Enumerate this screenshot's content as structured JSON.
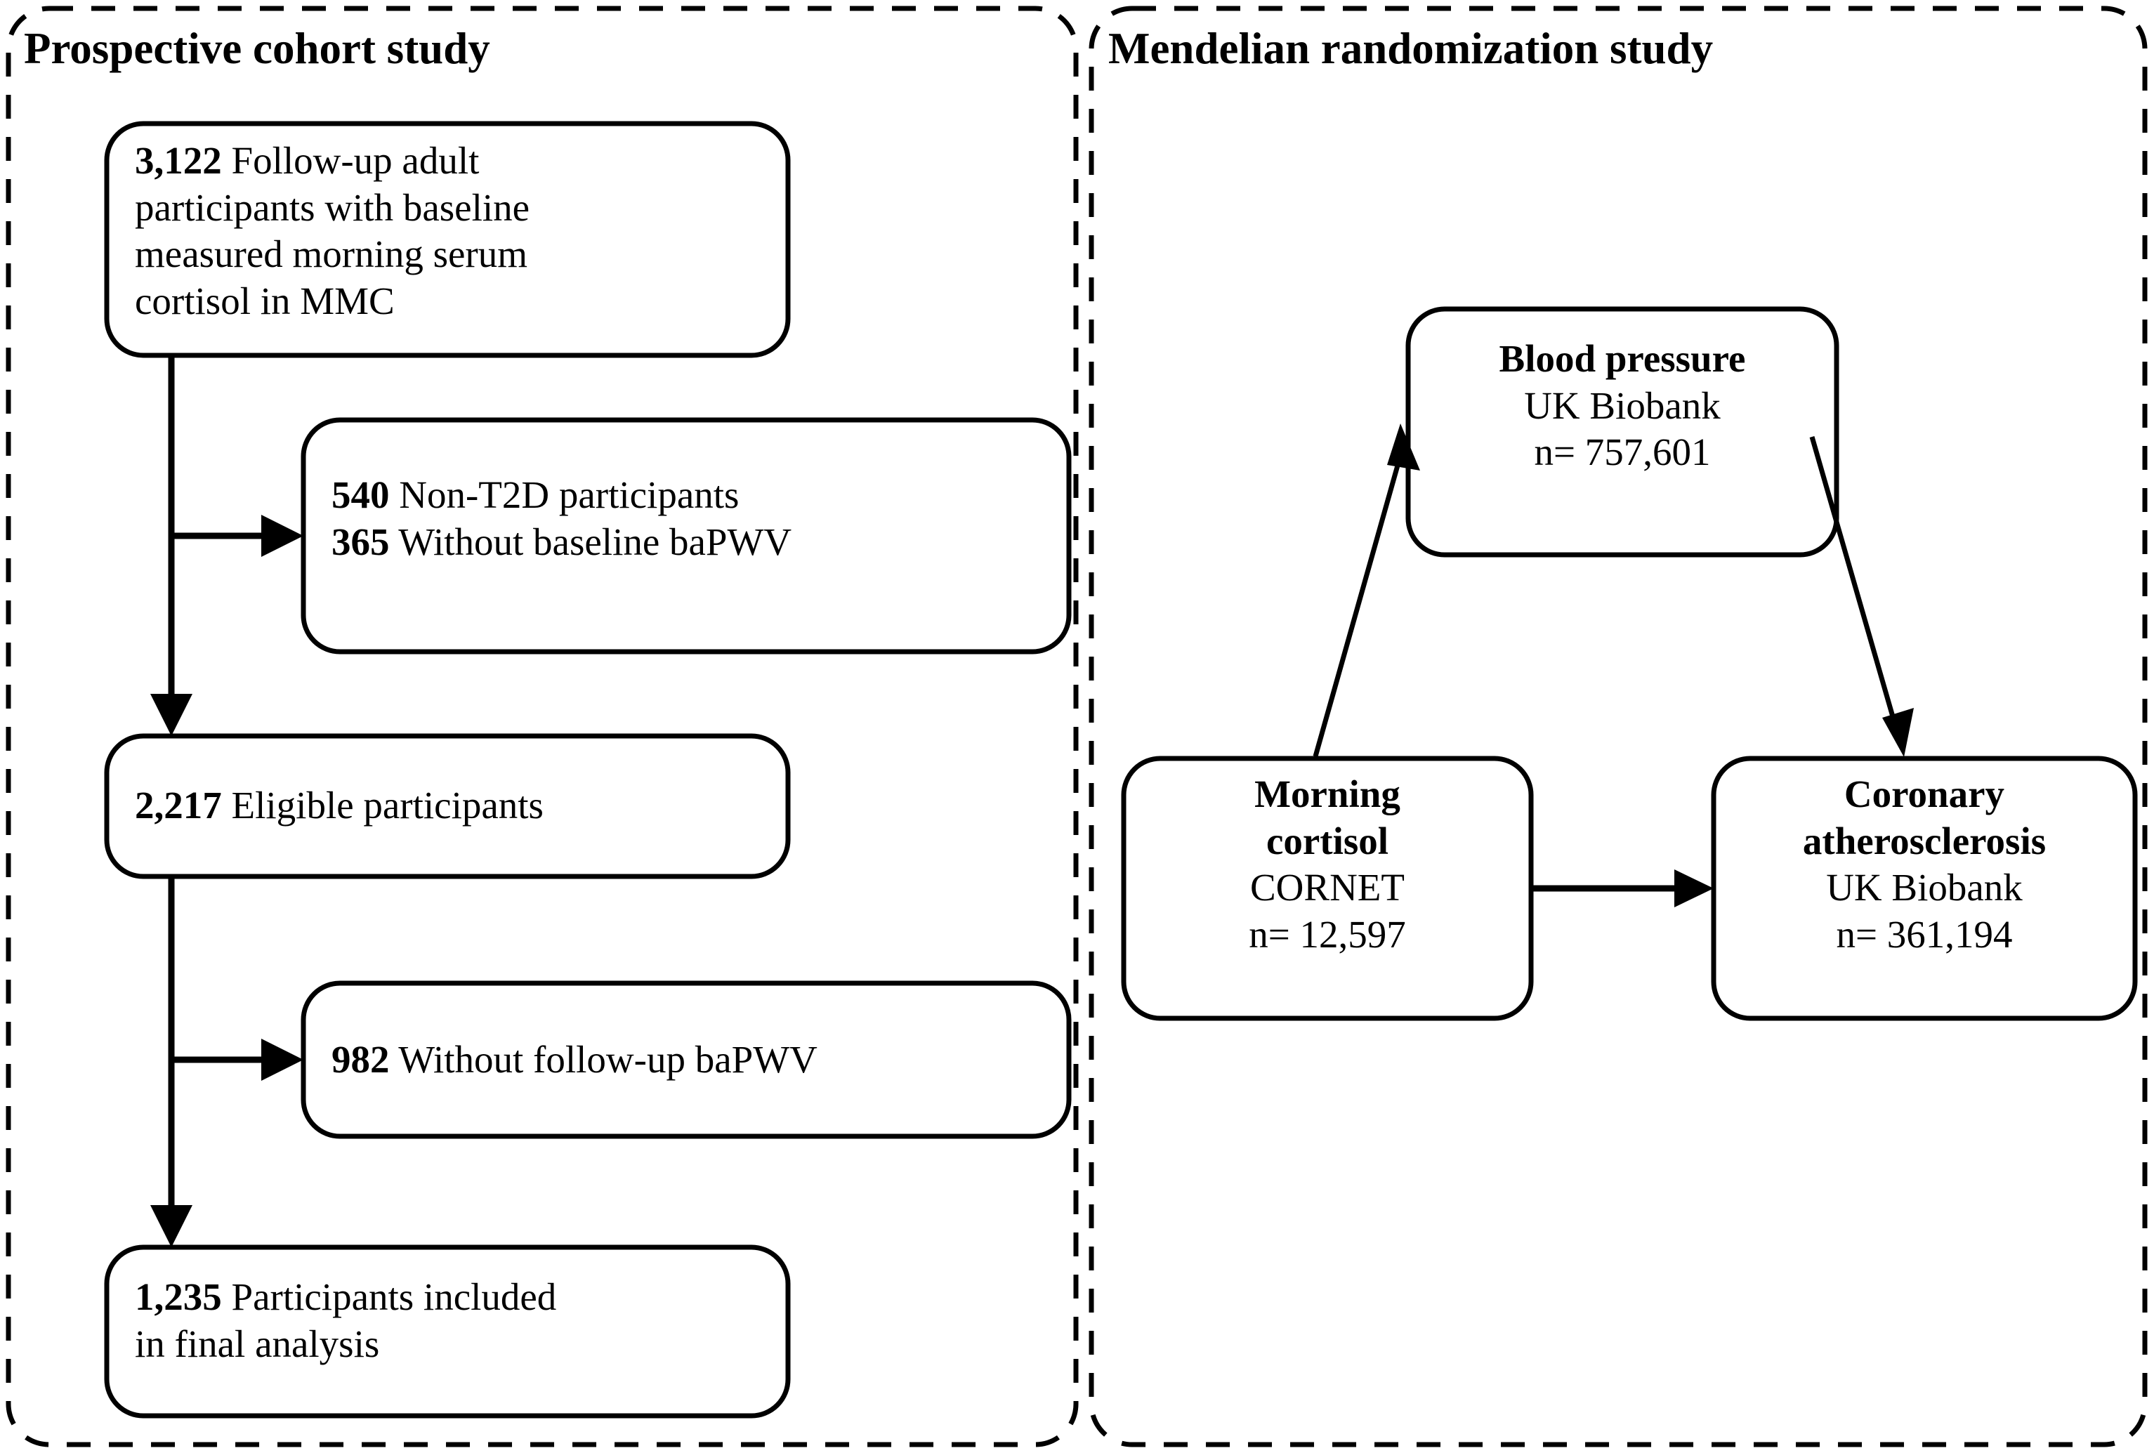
{
  "figure": {
    "type": "flowchart",
    "panels": [
      {
        "id": "prospective-cohort",
        "title": "Prospective cohort study",
        "nodes": [
          {
            "id": "baseline-cohort",
            "lines": [
              {
                "strong": "3,122",
                "rest": " Follow-up adult"
              },
              {
                "strong": "",
                "rest": "participants with baseline"
              },
              {
                "strong": "",
                "rest": "measured morning serum"
              },
              {
                "strong": "",
                "rest": "cortisol in MMC"
              }
            ]
          },
          {
            "id": "exclusion-1",
            "lines": [
              {
                "strong": "540",
                "rest": " Non-T2D participants"
              },
              {
                "strong": "365",
                "rest": " Without baseline baPWV"
              }
            ]
          },
          {
            "id": "eligible",
            "lines": [
              {
                "strong": "2,217",
                "rest": " Eligible participants"
              }
            ]
          },
          {
            "id": "exclusion-2",
            "lines": [
              {
                "strong": "982",
                "rest": " Without follow-up baPWV"
              }
            ]
          },
          {
            "id": "final-analysis",
            "lines": [
              {
                "strong": "1,235",
                "rest": " Participants included"
              },
              {
                "strong": "",
                "rest": "in final analysis"
              }
            ]
          }
        ]
      },
      {
        "id": "mendelian-randomization",
        "title": "Mendelian randomization study",
        "nodes": [
          {
            "id": "blood-pressure",
            "lines": [
              {
                "strong": "Blood pressure",
                "rest": ""
              },
              {
                "strong": "",
                "rest": "UK Biobank"
              },
              {
                "strong": "",
                "rest": "n= 757,601"
              }
            ]
          },
          {
            "id": "morning-cortisol",
            "lines": [
              {
                "strong": "Morning",
                "rest": ""
              },
              {
                "strong": "cortisol",
                "rest": ""
              },
              {
                "strong": "",
                "rest": "CORNET"
              },
              {
                "strong": "",
                "rest": "n= 12,597"
              }
            ]
          },
          {
            "id": "coronary-atherosclerosis",
            "lines": [
              {
                "strong": "Coronary",
                "rest": ""
              },
              {
                "strong": "atherosclerosis",
                "rest": ""
              },
              {
                "strong": "",
                "rest": "UK Biobank"
              },
              {
                "strong": "",
                "rest": "n= 361,194"
              }
            ]
          }
        ]
      }
    ],
    "colors": {
      "stroke": "#000000",
      "fill": "#ffffff",
      "text": "#000000"
    }
  },
  "text": {
    "panel1_title": "Prospective cohort study",
    "panel2_title": "Mendelian randomization study",
    "n1_l1_b": "3,122",
    "n1_l1_r": " Follow-up adult",
    "n1_l2": "participants with baseline",
    "n1_l3": "measured morning serum",
    "n1_l4": "cortisol in MMC",
    "n2_l1_b": "540",
    "n2_l1_r": " Non-T2D participants",
    "n2_l2_b": "365",
    "n2_l2_r": " Without baseline baPWV",
    "n3_l1_b": "2,217",
    "n3_l1_r": " Eligible participants",
    "n4_l1_b": "982",
    "n4_l1_r": " Without follow-up baPWV",
    "n5_l1_b": "1,235",
    "n5_l1_r": " Participants included",
    "n5_l2": "in final analysis",
    "bp_l1": "Blood pressure",
    "bp_l2": "UK Biobank",
    "bp_l3": "n= 757,601",
    "mc_l1": "Morning",
    "mc_l2": "cortisol",
    "mc_l3": "CORNET",
    "mc_l4": "n= 12,597",
    "ca_l1": "Coronary",
    "ca_l2": "atherosclerosis",
    "ca_l3": "UK Biobank",
    "ca_l4": "n= 361,194"
  }
}
